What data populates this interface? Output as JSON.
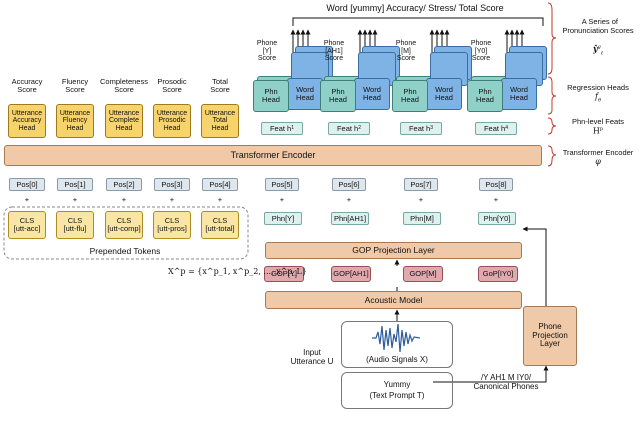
{
  "top_title": "Word [yummy] Accuracy/ Stress/ Total Score",
  "utterance_scores": [
    {
      "score_label": "Accuracy\nScore",
      "head_label": "Utterance\nAccuracy\nHead",
      "pos": "Pos[0]",
      "cls": "CLS\n[utt-acc]"
    },
    {
      "score_label": "Fluency\nScore",
      "head_label": "Utterance\nFluency\nHead",
      "pos": "Pos[1]",
      "cls": "CLS\n[utt-flu]"
    },
    {
      "score_label": "Completeness\nScore",
      "head_label": "Utterance\nComplete\nHead",
      "pos": "Pos[2]",
      "cls": "CLS\n[utt-comp]"
    },
    {
      "score_label": "Prosodic\nScore",
      "head_label": "Utterance\nProsodic\nHead",
      "pos": "Pos[3]",
      "cls": "CLS\n[utt-pros]"
    },
    {
      "score_label": "Total\nScore",
      "head_label": "Utterance\nTotal\nHead",
      "pos": "Pos[4]",
      "cls": "CLS\n[utt-total]"
    }
  ],
  "phones": [
    {
      "score_label": "Phone\n[Y]\nScore",
      "phn_head": "Phn\nHead",
      "word_head": "Word\nHead",
      "feat": "Feat h",
      "feat_sub": "1",
      "pos": "Pos[5]",
      "phn": "Phn[Y]",
      "gop": "GOP[Y]"
    },
    {
      "score_label": "Phone\n[AH1]\nScore",
      "phn_head": "Phn\nHead",
      "word_head": "Word\nHead",
      "feat": "Feat h",
      "feat_sub": "2",
      "pos": "Pos[6]",
      "phn": "Phn[AH1]",
      "gop": "GOP[AH1]"
    },
    {
      "score_label": "Phone\n[M]\nScore",
      "phn_head": "Phn\nHead",
      "word_head": "Word\nHead",
      "feat": "Feat h",
      "feat_sub": "3",
      "pos": "Pos[7]",
      "phn": "Phn[M]",
      "gop": "GOP[M]"
    },
    {
      "score_label": "Phone\n[Y0]\nScore",
      "phn_head": "Phn\nHead",
      "word_head": "Word\nHead",
      "feat": "Feat h",
      "feat_sub": "4",
      "pos": "Pos[8]",
      "phn": "Phn[Y0]",
      "gop": "GoP[IY0]"
    }
  ],
  "transformer_encoder": "Transformer Encoder",
  "prepended_tokens": "Prepended Tokens",
  "gop_projection": "GOP Projection Layer",
  "gop_formula": "X^p = {x^p_1, x^p_2, ..., x^p_L}",
  "acoustic_model": "Acoustic Model",
  "audio_signals": "(Audio Signals X)",
  "input_utterance": "Input\nUtterance U",
  "yummy": "Yummy",
  "text_prompt": "(Text Prompt T)",
  "canonical_phones": "/Y AH1 M IY0/\nCanonical Phones",
  "phone_projection": "Phone\nProjection\nLayer",
  "right_labels": {
    "series": "A Series of\nPronunciation Scores",
    "series_sym": "ŷ",
    "regression": "Regression Heads",
    "regression_sym": "f",
    "phn_feats": "Phn-level Feats",
    "phn_feats_sym": "H",
    "encoder": "Transformer Encoder",
    "encoder_sym": "φ"
  },
  "plus": "+"
}
